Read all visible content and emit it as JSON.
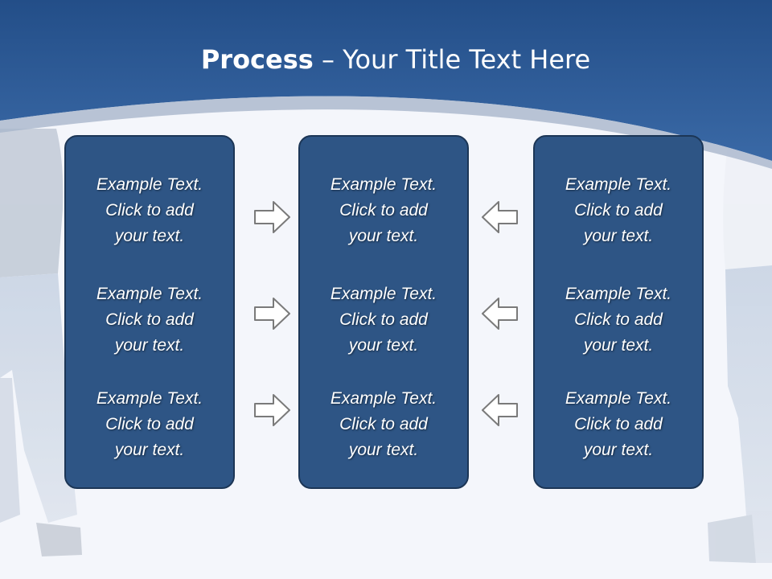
{
  "title": {
    "bold": "Process",
    "rest": " – Your Title Text Here"
  },
  "panels": [
    {
      "blocks": [
        [
          "Example Text.",
          "Click  to add",
          "your text."
        ],
        [
          "Example Text.",
          "Click  to add",
          "your text."
        ],
        [
          "Example Text.",
          "Click  to add",
          "your text."
        ]
      ]
    },
    {
      "blocks": [
        [
          "Example Text.",
          "Click  to add",
          "your text."
        ],
        [
          "Example Text.",
          "Click  to add",
          "your text."
        ],
        [
          "Example Text.",
          "Click  to add",
          "your text."
        ]
      ]
    },
    {
      "blocks": [
        [
          "Example Text.",
          "Click  to add",
          "your text."
        ],
        [
          "Example Text.",
          "Click  to add",
          "your text."
        ],
        [
          "Example Text.",
          "Click  to add",
          "your text."
        ]
      ]
    }
  ],
  "icons": {
    "left_arrows": "arrow-right-icon",
    "right_arrows": "arrow-left-icon"
  },
  "colors": {
    "header": "#2c5a94",
    "panel": "#2e5585",
    "panel_border": "#1c3656",
    "background": "#f4f6fb",
    "arrow_stroke": "#7a7a7a"
  }
}
